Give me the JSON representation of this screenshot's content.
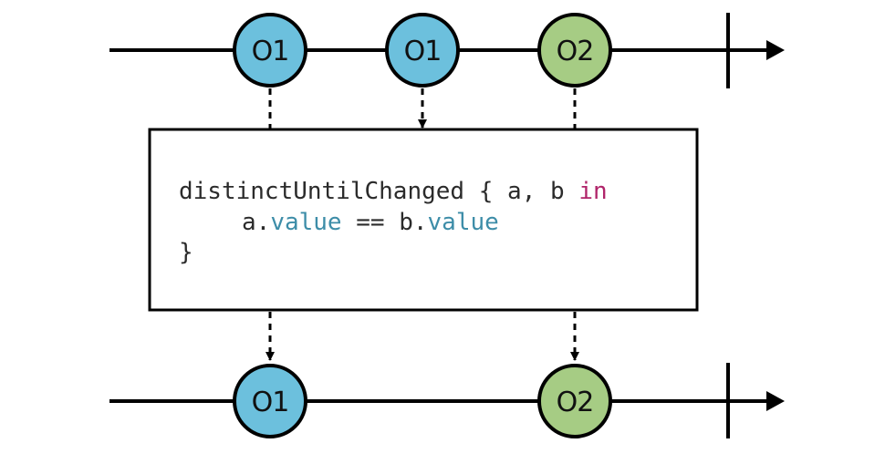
{
  "colors": {
    "blue_marble": "#6cc0dd",
    "green_marble": "#a6cc84",
    "line": "#000000",
    "keyword": "#b0246a",
    "property": "#3d8da8",
    "code_text": "#2b2b2b"
  },
  "input_stream": {
    "marbles": [
      {
        "label": "O1",
        "color": "blue"
      },
      {
        "label": "O1",
        "color": "blue"
      },
      {
        "label": "O2",
        "color": "green"
      }
    ]
  },
  "operator": {
    "code": {
      "line1": {
        "fn": "distinctUntilChanged",
        "brace_open": "{",
        "params": "a, b",
        "keyword": "in"
      },
      "line2": {
        "a": "a.",
        "a_prop": "value",
        "op": "==",
        "b": "b.",
        "b_prop": "value"
      },
      "line3": {
        "brace_close": "}"
      }
    }
  },
  "output_stream": {
    "marbles": [
      {
        "label": "O1",
        "color": "blue"
      },
      {
        "label": "O2",
        "color": "green"
      }
    ]
  }
}
